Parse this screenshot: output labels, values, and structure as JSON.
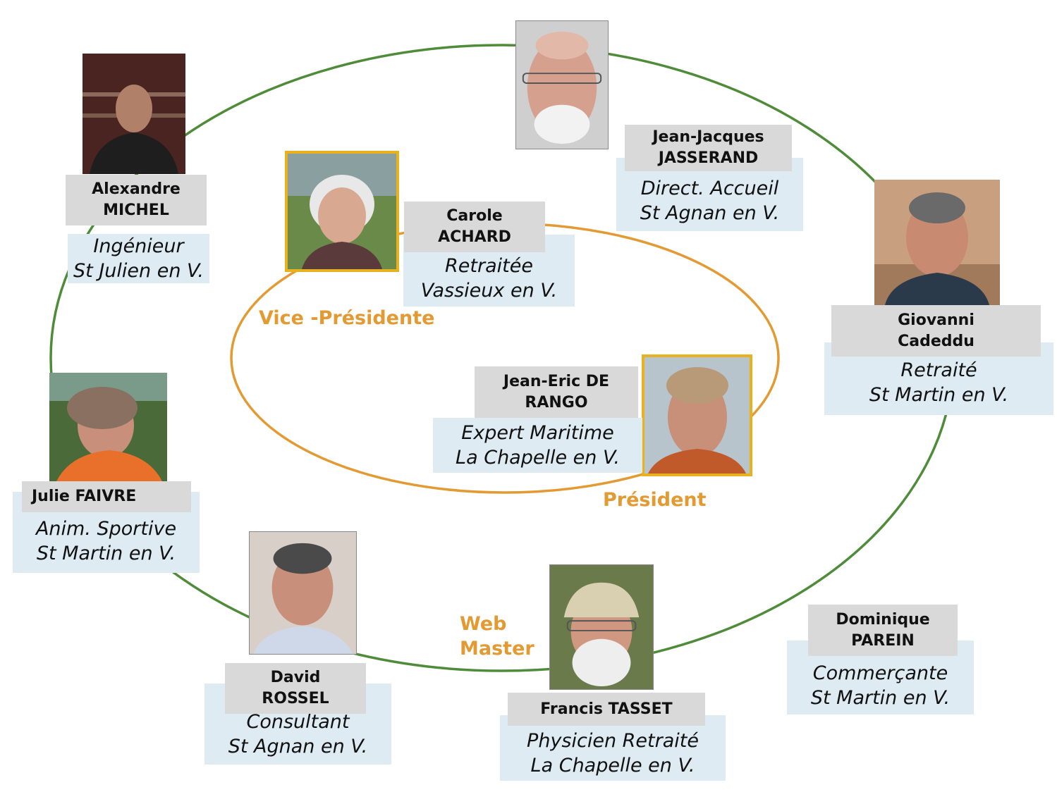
{
  "colors": {
    "outer_ring": "#4f8c3a",
    "inner_ring": "#e39a32",
    "role": "#e39a32",
    "name_bg": "#d9d9d9",
    "info_bg": "#deebf2",
    "highlight_border": "#e8b21e"
  },
  "roles": {
    "vice_president": "Vice -Présidente",
    "president": "Président",
    "webmaster_line1": "Web",
    "webmaster_line2": "Master"
  },
  "members": {
    "jasserand": {
      "name1": "Jean-Jacques",
      "name2": "JASSERAND",
      "job": "Direct. Accueil",
      "town": "St Agnan en V."
    },
    "michel": {
      "name1": "Alexandre",
      "name2": "MICHEL",
      "job": "Ingénieur",
      "town": "St Julien en V."
    },
    "achard": {
      "name1": "Carole",
      "name2": "ACHARD",
      "job": "Retraitée",
      "town": "Vassieux en V."
    },
    "cadeddu": {
      "name1": "Giovanni",
      "name2": "Cadeddu",
      "job": "Retraité",
      "town": "St Martin en V."
    },
    "derango": {
      "name1": "Jean-Eric DE",
      "name2": "RANGO",
      "job": "Expert Maritime",
      "town": "La Chapelle en V."
    },
    "faivre": {
      "name1": "Julie FAIVRE",
      "job": "Anim. Sportive",
      "town": "St Martin en V."
    },
    "rossel": {
      "name1": "David",
      "name2": "ROSSEL",
      "job": "Consultant",
      "town": "St Agnan en V."
    },
    "tasset": {
      "name1": "Francis TASSET",
      "job": "Physicien Retraité",
      "town": "La Chapelle en V."
    },
    "parein": {
      "name1": "Dominique",
      "name2": "PAREIN",
      "job": "Commerçante",
      "town": "St Martin en V."
    }
  }
}
